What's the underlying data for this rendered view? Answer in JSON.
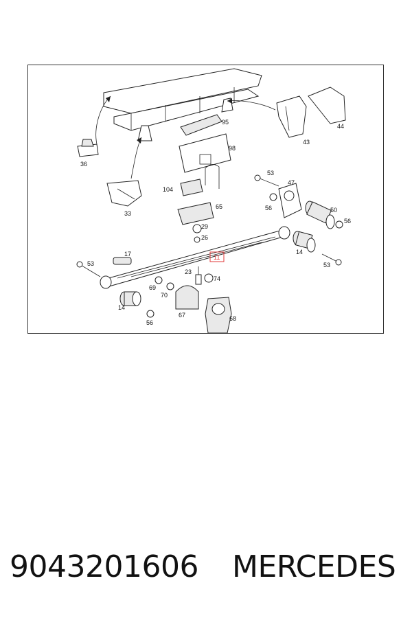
{
  "diagram": {
    "callouts": [
      "95",
      "98",
      "36",
      "104",
      "33",
      "65",
      "29",
      "26",
      "17",
      "53",
      "11",
      "23",
      "74",
      "69",
      "70",
      "14",
      "56",
      "67",
      "68",
      "47",
      "50",
      "56",
      "14",
      "53",
      "44",
      "43",
      "53",
      "56"
    ],
    "highlighted_callout": "11",
    "highlight_color": "#e23a3a"
  },
  "caption": {
    "part_number": "9043201606",
    "brand": "MERCEDES"
  }
}
